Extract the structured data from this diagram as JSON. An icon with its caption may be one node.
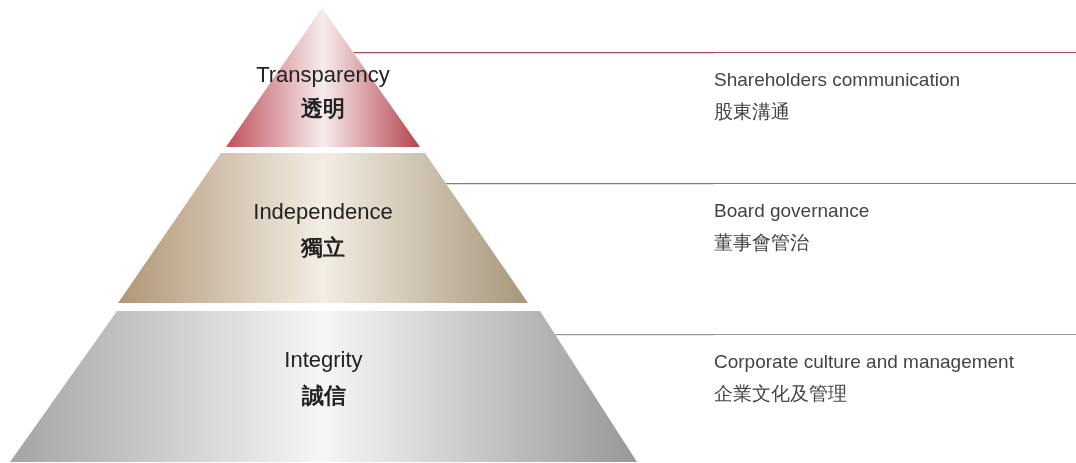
{
  "diagram": {
    "nodes": [
      {
        "text": [
          "Transparency",
          "透明"
        ]
      },
      {
        "text": [
          "Independence",
          "獨立"
        ]
      },
      {
        "text": [
          "Integrity",
          "誠信"
        ]
      },
      {
        "text": [
          "Shareholders communication",
          "股東溝通"
        ]
      },
      {
        "text": [
          "Board governance",
          "董事會管治"
        ]
      },
      {
        "text": [
          "Corporate culture and management",
          "企業文化及管理"
        ]
      }
    ],
    "edges": [
      {
        "from": 0,
        "to": 3,
        "arrow": "none",
        "color": "#b0475a"
      },
      {
        "from": 1,
        "to": 4,
        "arrow": "none",
        "color": "#8c7d72"
      },
      {
        "from": 2,
        "to": 5,
        "arrow": "none",
        "color": "#9a9a9a"
      }
    ]
  }
}
